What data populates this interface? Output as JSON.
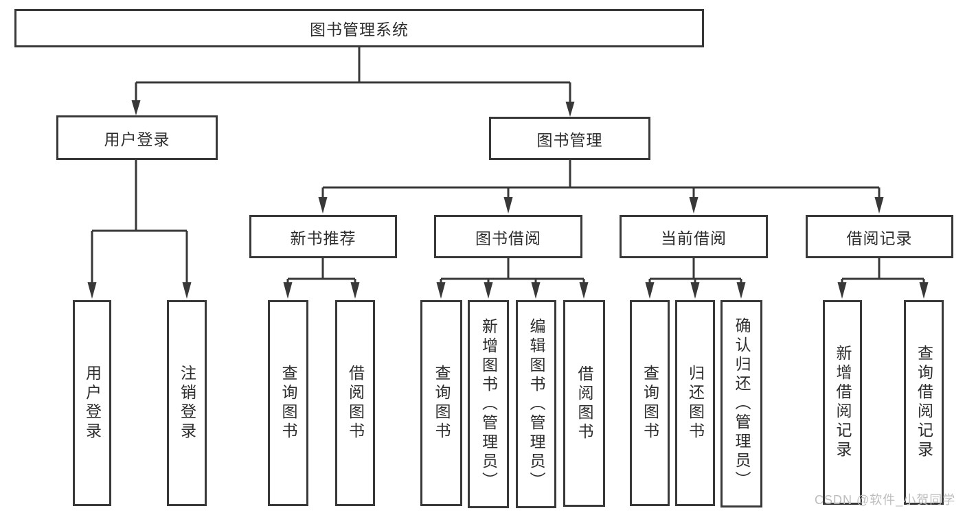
{
  "diagram": {
    "root": {
      "label": "图书管理系统"
    },
    "branches": [
      {
        "label": "用户登录",
        "leaves": [
          "用户登录",
          "注销登录"
        ]
      },
      {
        "label": "图书管理",
        "children": [
          {
            "label": "新书推荐",
            "leaves": [
              "查询图书",
              "借阅图书"
            ]
          },
          {
            "label": "图书借阅",
            "leaves": [
              "查询图书",
              "新增图书（管理员）",
              "编辑图书（管理员）",
              "借阅图书"
            ]
          },
          {
            "label": "当前借阅",
            "leaves": [
              "查询图书",
              "归还图书",
              "确认归还（管理员）"
            ]
          },
          {
            "label": "借阅记录",
            "leaves": [
              "新增借阅记录",
              "查询借阅记录"
            ]
          }
        ]
      }
    ]
  },
  "watermark": "CSDN @软件_小贺同学",
  "colors": {
    "line": "#383838",
    "text": "#2d2d2d",
    "watermark": "#bdbdbd",
    "background": "#ffffff"
  }
}
